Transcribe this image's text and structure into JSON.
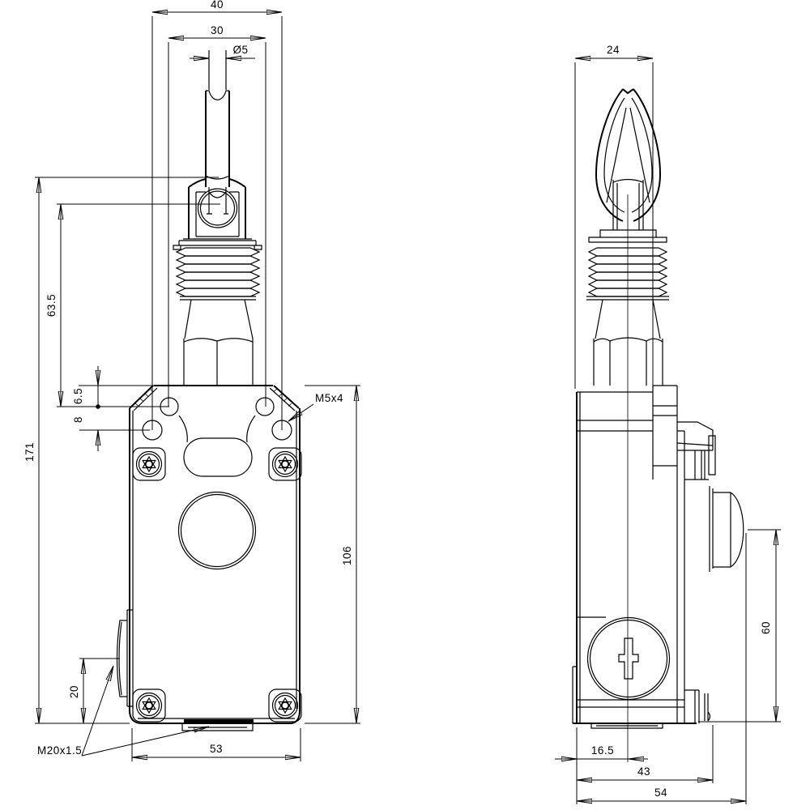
{
  "drawing": {
    "type": "technical-dimension-drawing",
    "subject": "cable-operated pull-wire switch, front and side views",
    "background_color": "#ffffff",
    "line_color": "#000000",
    "dims": {
      "w40": "40",
      "w30": "30",
      "dia5": "Ø5",
      "h171": "171",
      "h63_5": "63.5",
      "h6_5": "6.5",
      "h8": "8",
      "m5": "M5x4",
      "h106": "106",
      "h20": "20",
      "m20": "M20x1.5",
      "w53": "53",
      "w24": "24",
      "h60": "60",
      "w16_5": "16.5",
      "w43": "43",
      "w54": "54"
    }
  }
}
